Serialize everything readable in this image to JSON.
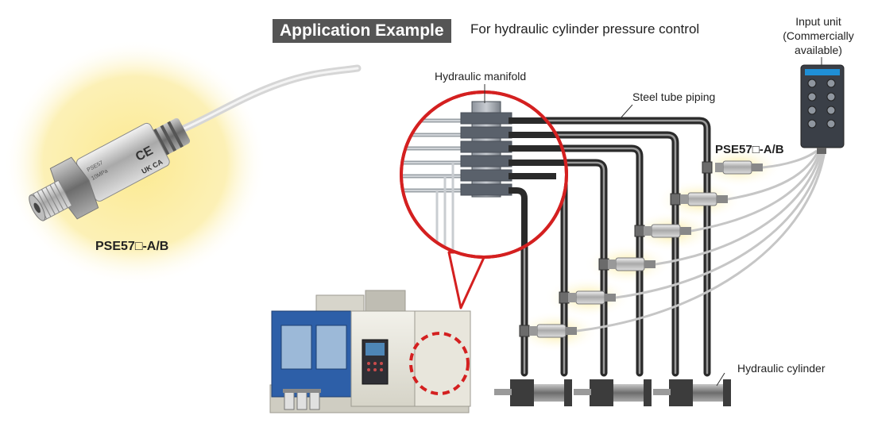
{
  "header": {
    "title": "Application Example",
    "subtitle": "For hydraulic cylinder pressure control"
  },
  "labels": {
    "sensor_product": "PSE57□-A/B",
    "sensor_product_system": "PSE57□-A/B",
    "manifold": "Hydraulic manifold",
    "piping": "Steel tube piping",
    "cylinder": "Hydraulic cylinder",
    "input_unit": [
      "Input unit",
      "(Commercially",
      "available)"
    ]
  },
  "sensor_markings": {
    "ce": "CE",
    "ukca": "UK CA",
    "line1": "PSE57",
    "line2": "10MPa"
  },
  "colors": {
    "glow": "#fbe98f",
    "title_bg": "#555555",
    "callout": "#d42020",
    "pipe": "#2a2a2a",
    "machine_blue": "#2d5fa8"
  }
}
